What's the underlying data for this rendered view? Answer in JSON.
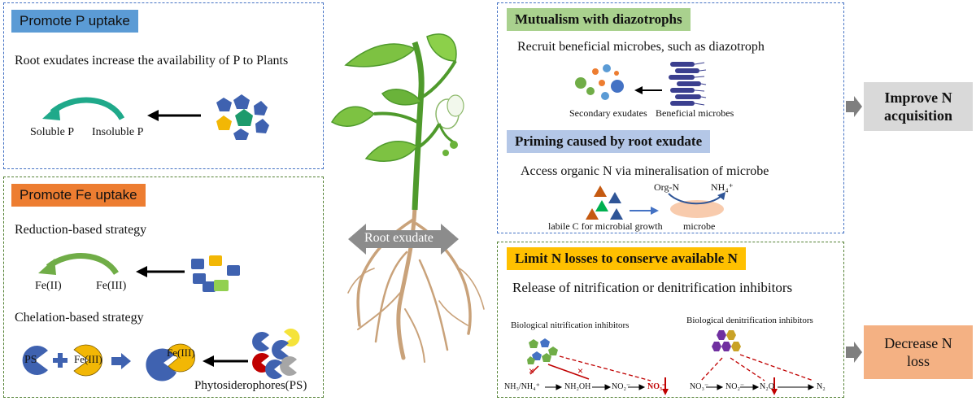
{
  "phosphorus": {
    "title": "Promote P uptake",
    "description": "Root exudates  increase the availability of P to Plants",
    "soluble": "Soluble P",
    "insoluble": "Insoluble P"
  },
  "iron": {
    "title": "Promote Fe uptake",
    "reduction_title": "Reduction-based strategy",
    "fe2": "Fe(II)",
    "fe3": "Fe(III)",
    "chelation_title": "Chelation-based strategy",
    "ps": "PS",
    "fe3_a": "Fe(III)",
    "fe3_b": "Fe(III)",
    "phytosiderophores": "Phytosiderophores(PS)"
  },
  "center": {
    "root_exudate": "Root exudate"
  },
  "mutualism": {
    "title": "Mutualism with diazotrophs",
    "description": "Recruit beneficial microbes, such as diazotroph",
    "secondary": "Secondary exudates",
    "beneficial": "Beneficial microbes"
  },
  "priming": {
    "title": "Priming caused by root exudate",
    "description": "Access organic N via mineralisation  of  microbe",
    "labile": "labile C for microbial growth",
    "microbe": "microbe",
    "org_n": "Org-N",
    "nh4": "NH₄⁺"
  },
  "outcomes": {
    "improve": "Improve N acquisition",
    "decrease": "Decrease N loss"
  },
  "limit": {
    "title": "Limit N losses to conserve available N",
    "description": "Release of nitrification or denitrification inhibitors",
    "bni": "Biological nitrification inhibitors",
    "bdi": "Biological denitrification inhibitors",
    "nh3": "NH₃/NH₄⁺",
    "nh2oh": "NH₂OH",
    "no2_a": "NO₂⁻",
    "no3_a": "NO₃⁻",
    "no3_b": "NO₃⁻",
    "no2_b": "NO₂⁻",
    "n2o": "N₂O",
    "n2": "N₂"
  },
  "colors": {
    "blue_tag": "#5b9bd5",
    "orange_tag": "#ed7d31",
    "green_tag": "#a9d18e",
    "lavender_tag": "#b4c7e7",
    "yellow_tag": "#ffc000",
    "grey_box": "#d9d9d9",
    "peach_box": "#f4b183"
  }
}
